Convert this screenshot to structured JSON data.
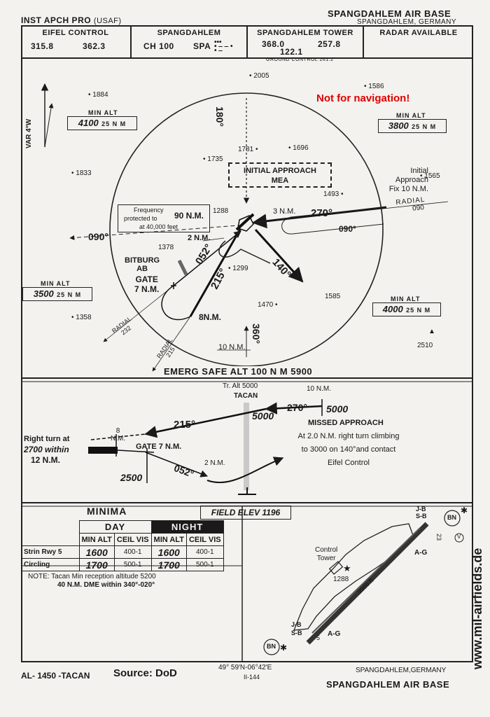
{
  "header": {
    "procedure": "INST APCH PRO",
    "procedure_suffix": "(USAF)",
    "base_top": "SPANGDAHLEM AIR BASE",
    "country_top": "SPANGDAHLEM, GERMANY"
  },
  "comms": {
    "eifel_title": "EIFEL  CONTROL",
    "eifel_f1": "315.8",
    "eifel_f2": "362.3",
    "spang_title": "SPANGDAHLEM",
    "spang_ch": "CH  100",
    "spang_code": "SPA",
    "tower_title": "SPANGDAHLEM TOWER",
    "tower_f1": "368.0",
    "tower_f2": "257.8",
    "tower_f3": "122.1",
    "ground": "GROUND  CONTROL   261.2",
    "radar": "RADAR AVAILABLE"
  },
  "plan": {
    "watermark": "Not for navigation!",
    "var": "VAR  4°W",
    "elev_2005": "2005",
    "elev_1586": "1586",
    "elev_1884": "1884",
    "elev_1781": "1781",
    "elev_1696": "1696",
    "elev_1735": "1735",
    "elev_1833": "1833",
    "elev_1565": "1565",
    "elev_1493": "1493",
    "elev_1288": "1288",
    "elev_1378": "1378",
    "elev_1299": "1299",
    "elev_1585": "1585",
    "elev_1470": "1470",
    "elev_1358": "1358",
    "elev_2510": "2510",
    "min_alt_label": "MIN  ALT",
    "min_alt_nw": "4100",
    "min_alt_ne": "3800",
    "min_alt_w": "3500",
    "min_alt_se": "4000",
    "nm25": "25 N M",
    "iaf_box_1": "INITIAL APPROACH",
    "iaf_box_2": "MEA",
    "initial_fix_1": "Initial",
    "initial_fix_2": "Approach",
    "initial_fix_3": "Fix 10 N.M.",
    "radial_090_1": "RADIAL",
    "radial_090_2": "090",
    "freq_1": "Frequency",
    "freq_2": "protected to",
    "freq_3": "at 40,000 feet",
    "freq_nm": "90 N.M.",
    "hdg_180": "180°",
    "hdg_270": "270°",
    "hdg_090_w": "090°",
    "hdg_090_e": "090°",
    "hdg_052": "052°",
    "hdg_215": "215°",
    "hdg_140": "140°",
    "hdg_360": "360°",
    "nm3": "3 N.M.",
    "nm2": "2 N.M.",
    "nm8": "8N.M.",
    "nm10": "10 N.M.",
    "bitburg_1": "BITBURG",
    "bitburg_2": "AB",
    "gate_1": "GATE",
    "gate_2": "7 N.M.",
    "radial_232_1": "RADIAL",
    "radial_232_2": "232",
    "radial_215_1": "RADIAL",
    "radial_215_2": "215",
    "emerg": "EMERG  SAFE  ALT 100  N M 5900"
  },
  "profile": {
    "tr_alt": "Tr. Alt 5000",
    "tacan": "TACAN",
    "nm10": "10 N.M.",
    "alt5000_r": "5000",
    "alt5000_m": "5000",
    "hdg_270": "270°",
    "hdg_215": "215°",
    "hdg_052": "052°",
    "nm8_1": "8",
    "nm8_2": "N.M.",
    "gate": "GATE 7 N.M.",
    "nm2": "2 N.M.",
    "alt2500": "2500",
    "right_turn_1": "Right turn at",
    "right_turn_2": "2700 within",
    "right_turn_3": "12 N.M.",
    "missed_title": "MISSED APPROACH",
    "missed_1": "At  2.0 N.M. right turn climbing",
    "missed_2": "to 3000 on 140°and contact",
    "missed_3": "Eifel   Control"
  },
  "minima": {
    "title": "MINIMA",
    "field_elev": "FIELD ELEV 1196",
    "day": "DAY",
    "night": "NIGHT",
    "col_min_alt": "MIN  ALT",
    "col_ceil_vis": "CEIL  VIS",
    "rows": [
      {
        "label": "Strin Rwy  5",
        "day_alt": "1600",
        "day_cv": "400-1",
        "night_alt": "1600",
        "night_cv": "400-1"
      },
      {
        "label": "Circling",
        "day_alt": "1700",
        "day_cv": "500-1",
        "night_alt": "1700",
        "night_cv": "500-1"
      }
    ],
    "note_1": "NOTE:  Tacan Min reception altitude 5200",
    "note_2": "40 N.M. DME within 340°-020°"
  },
  "airport": {
    "jb_top": "J-B",
    "sb_top": "S-B",
    "bn": "BN",
    "v": "V",
    "tower_1": "Control",
    "tower_2": "Tower",
    "elev_1288": "1288",
    "ag_top": "A-G",
    "rwy_len": "9966 ft",
    "jb_bot": "J-B",
    "sb_bot": "S-B",
    "ag_bot": "A-G",
    "bn_bot": "BN",
    "rwy_23": "23",
    "rwy_5": "5"
  },
  "footer": {
    "chart_id": "AL- 1450  -TACAN",
    "source": "Source: DoD",
    "coords": "49° 59′N-06°42′E",
    "page": "II-144",
    "country": "SPANGDAHLEM,GERMANY",
    "base": "SPANGDAHLEM  AIR  BASE",
    "site_watermark": "www.mil-airfields.de"
  },
  "colors": {
    "watermark_red": "#e00000",
    "ink": "#1a1a1a",
    "paper": "#f4f2ee"
  }
}
